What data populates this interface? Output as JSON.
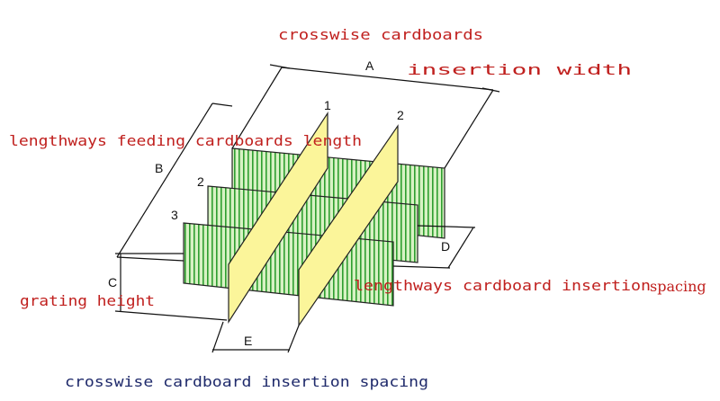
{
  "labels": {
    "crosswise_width": "crosswise cardboards insertion width",
    "lengthways_length": "lengthways feeding cardboards length",
    "lengthways_spacing": "lengthways cardboard insertion",
    "spacing_suffix": "spacing",
    "grating_height": "grating height",
    "crosswise_spacing": "crosswise cardboard insertion spacing"
  },
  "dimensions": {
    "a": "A",
    "b": "B",
    "c": "C",
    "d": "D",
    "e": "E"
  },
  "numbers": {
    "crosswise_1": "1",
    "crosswise_2": "2",
    "lengthways_2": "2",
    "lengthways_3": "3"
  },
  "colors": {
    "green_panel": "#d8f2c4",
    "green_stripe": "#2f9e2f",
    "yellow_panel": "#fbf59a",
    "label_red": "#c0201e",
    "label_blue": "#1f2a6b"
  }
}
